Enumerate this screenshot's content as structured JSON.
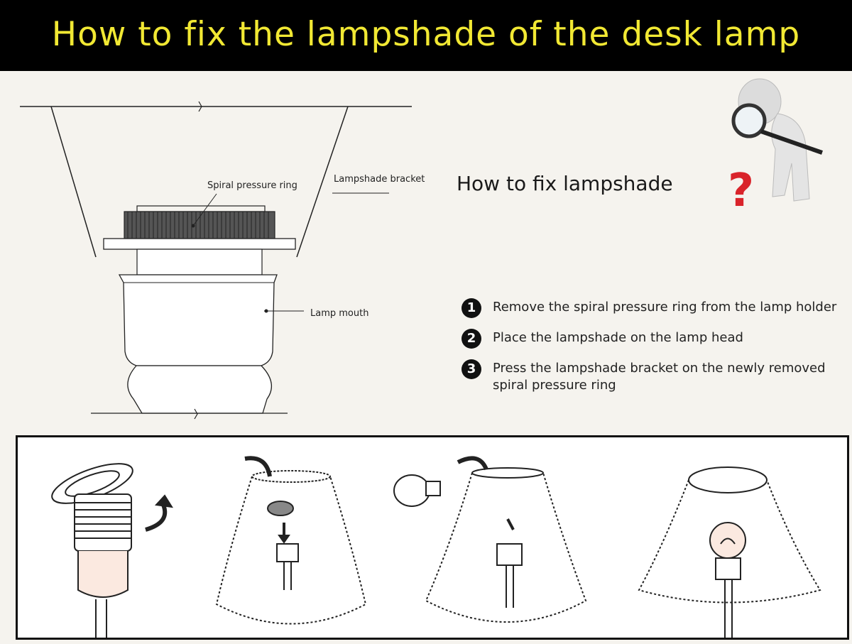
{
  "header": {
    "title": "How to fix the lampshade of the desk lamp"
  },
  "diagram": {
    "label_spiral_ring": "Spiral pressure ring",
    "label_bracket": "Lampshade bracket",
    "label_mouth": "Lamp mouth"
  },
  "instructions": {
    "subtitle": "How to fix lampshade",
    "question_mark": "?",
    "steps": [
      {
        "num": "1",
        "text": "Remove the spiral pressure ring from the lamp holder"
      },
      {
        "num": "2",
        "text": "Place the lampshade on the lamp head"
      },
      {
        "num": "3",
        "text": "Press the lampshade bracket on the newly removed spiral pressure ring"
      }
    ]
  },
  "colors": {
    "title_yellow": "#f1e833",
    "question_red": "#d9232a"
  },
  "illustrations": [
    "remove-ring-step",
    "insert-ring-into-shade-step",
    "attach-bulb-step",
    "assembled-lamp-step"
  ]
}
